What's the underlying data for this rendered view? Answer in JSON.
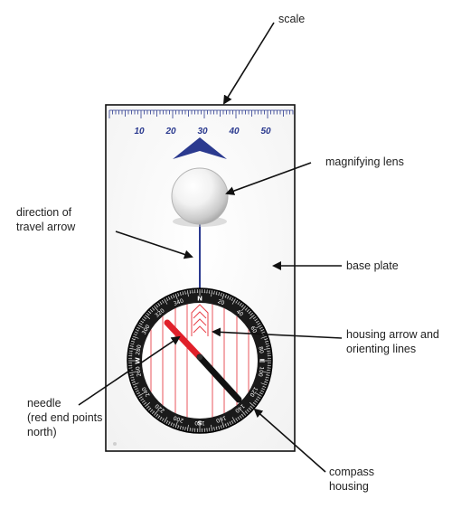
{
  "labels": {
    "scale": "scale",
    "magnifying_lens": "magnifying lens",
    "direction_line1": "direction of",
    "direction_line2": "travel arrow",
    "base_plate": "base plate",
    "housing_line1": "housing arrow and",
    "housing_line2": "orienting lines",
    "needle_line1": "needle",
    "needle_line2": "(red end points",
    "needle_line3": "north)",
    "compass_line1": "compass",
    "compass_line2": "housing"
  },
  "ruler": {
    "numbers": [
      "10",
      "20",
      "30",
      "40",
      "50"
    ]
  },
  "dial": {
    "cardinals": [
      "N",
      "E",
      "S",
      "W"
    ],
    "degrees": [
      "20",
      "40",
      "60",
      "80",
      "100",
      "120",
      "140",
      "160",
      "180",
      "200",
      "220",
      "240",
      "260",
      "280",
      "300",
      "320",
      "340"
    ]
  },
  "colors": {
    "ruler_blue": "#2b3a8f",
    "needle_red": "#e0202a",
    "needle_black": "#111111",
    "orienting_lines": "#e8424a",
    "bezel": "#1a1a1a"
  }
}
